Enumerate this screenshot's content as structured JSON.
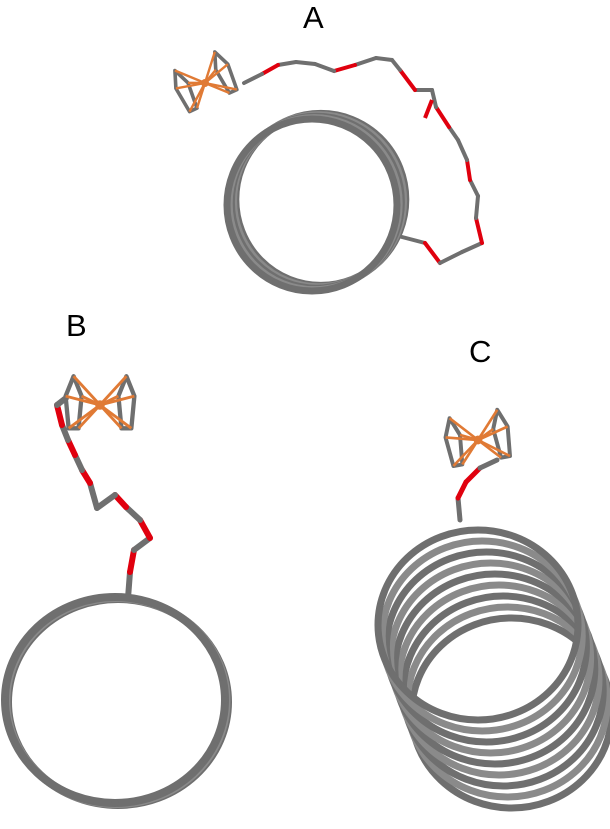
{
  "panels": {
    "a": {
      "label": "A"
    },
    "b": {
      "label": "B"
    },
    "c": {
      "label": "C"
    }
  },
  "colors": {
    "carbon": "#6f6f6f",
    "carbon_light": "#8a8a8a",
    "oxygen": "#e0000e",
    "iron": "#e07a35",
    "background": "#ffffff"
  },
  "icons": {
    "nanotube": "nanotube-icon",
    "ferrocene": "ferrocene-icon",
    "linker": "linker-chain-icon"
  }
}
